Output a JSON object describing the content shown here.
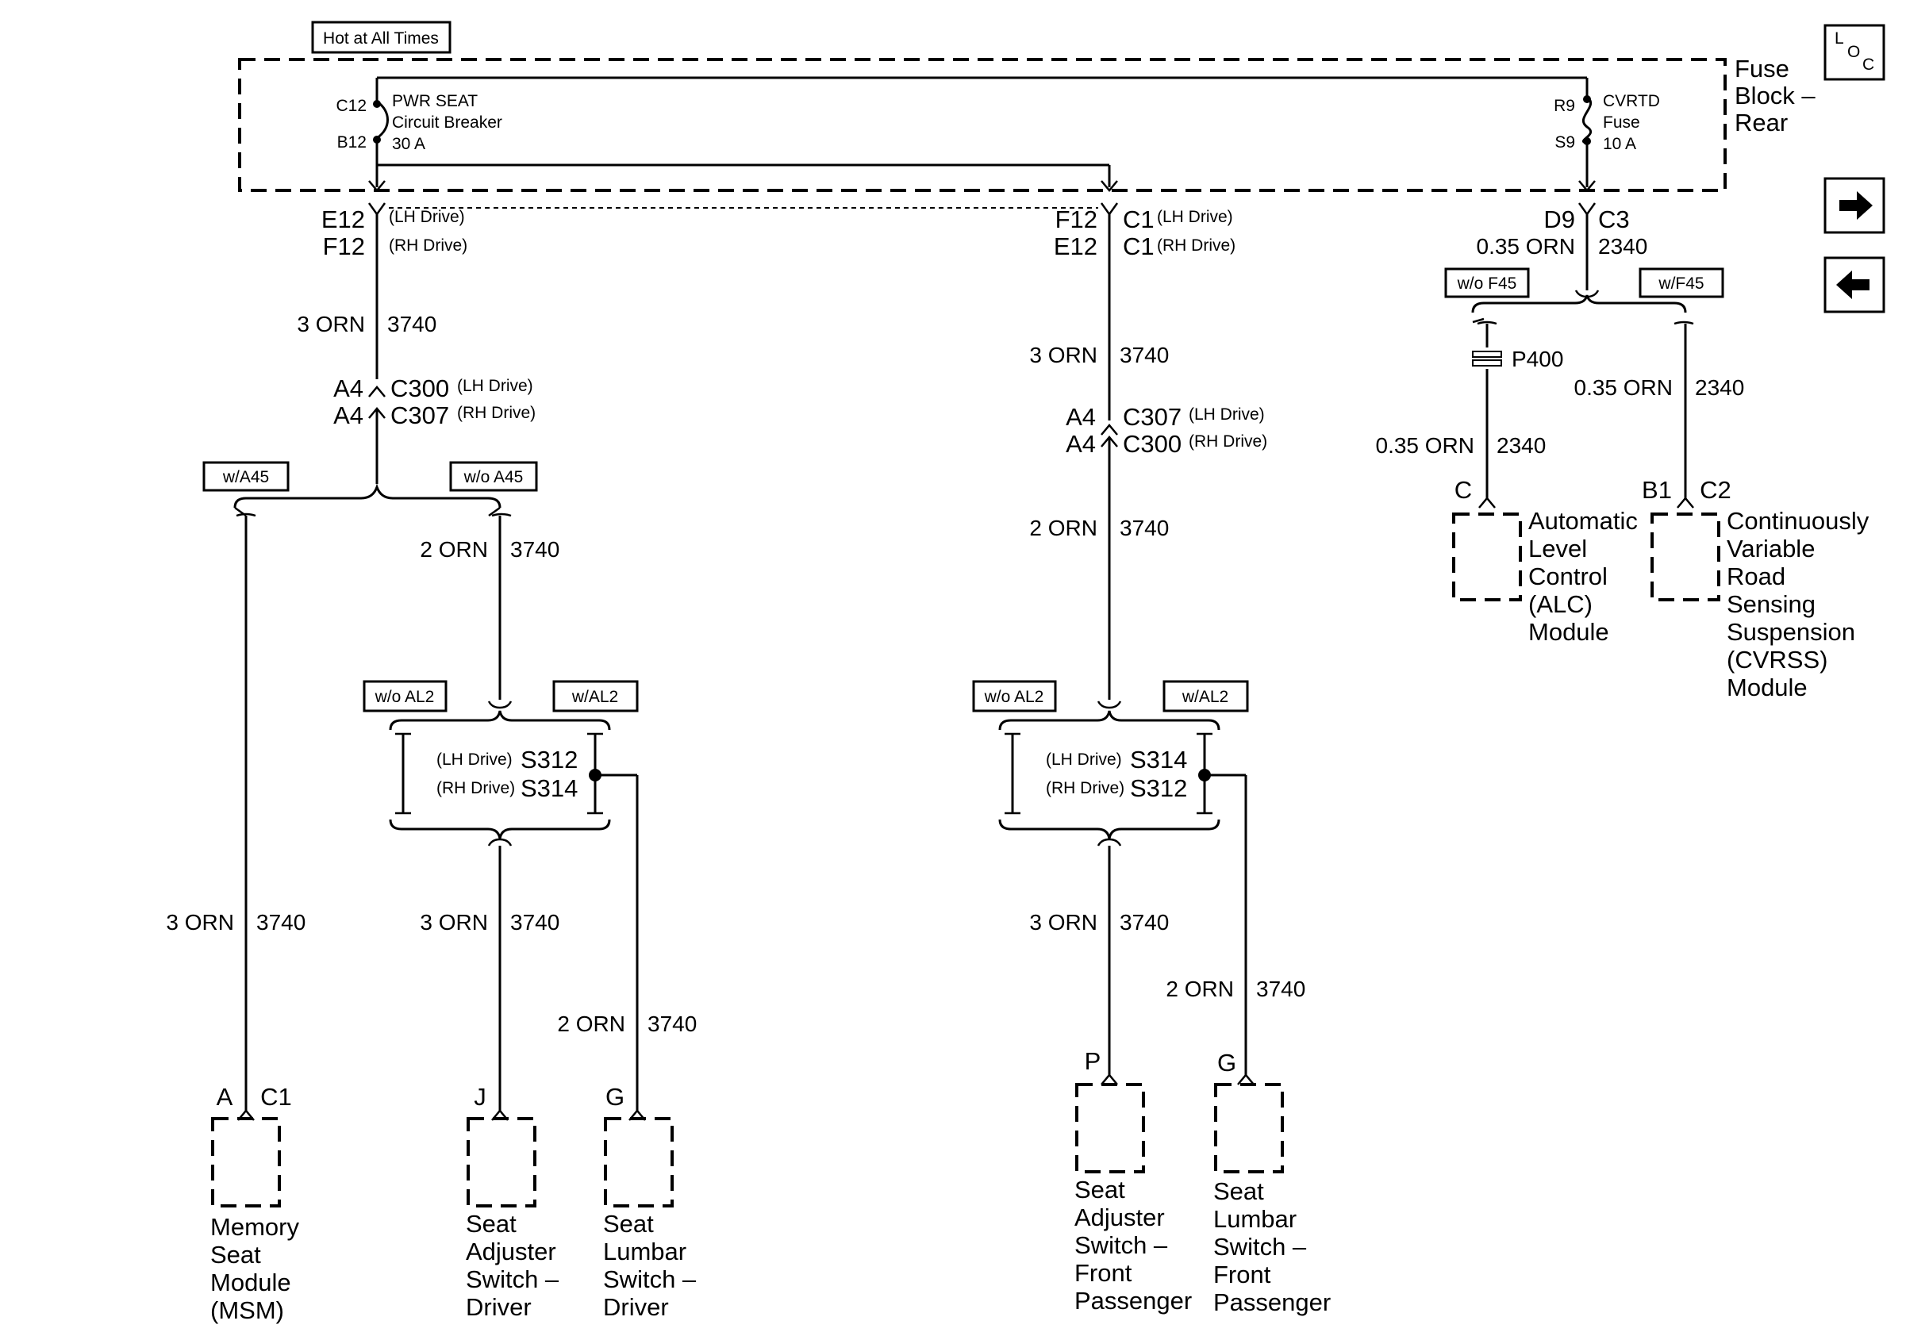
{
  "title_box": "Hot at All Times",
  "fuse_block": {
    "line1": "Fuse",
    "line2": "Block –",
    "line3": "Rear"
  },
  "loc_icon": {
    "l": "L",
    "o": "O",
    "c": "C"
  },
  "nav": {
    "next": "→",
    "prev": "←"
  },
  "breaker": {
    "pin_top": "C12",
    "pin_bot": "B12",
    "line1": "PWR SEAT",
    "line2": "Circuit Breaker",
    "line3": "30 A"
  },
  "fuse": {
    "pin_top": "R9",
    "pin_bot": "S9",
    "line1": "CVRTD",
    "line2": "Fuse",
    "line3": "10 A"
  },
  "left_conn": {
    "a": "E12",
    "b": "F12",
    "a_note": "(LH Drive)",
    "b_note": "(RH Drive)"
  },
  "mid_conn": {
    "a": "F12",
    "b": "E12",
    "ac": "C1",
    "bc": "C1",
    "a_note": "(LH Drive)",
    "b_note": "(RH Drive)"
  },
  "right_conn": {
    "pin": "D9",
    "conn": "C3",
    "wire": "0.35 ORN",
    "circuit": "2340"
  },
  "wire_left_1": {
    "wire": "3 ORN",
    "circuit": "3740"
  },
  "wire_mid_1": {
    "wire": "3 ORN",
    "circuit": "3740"
  },
  "c300_left": {
    "pin1": "A4",
    "pin2": "A4",
    "c1": "C300",
    "c2": "C307",
    "n1": "(LH Drive)",
    "n2": "(RH Drive)"
  },
  "c307_mid": {
    "pin1": "A4",
    "pin2": "A4",
    "c1": "C307",
    "c2": "C300",
    "n1": "(LH Drive)",
    "n2": "(RH Drive)"
  },
  "options": {
    "wA45": "w/A45",
    "woA45": "w/o A45",
    "woAL2": "w/o AL2",
    "wAL2": "w/AL2",
    "woF45": "w/o F45",
    "wF45": "w/F45"
  },
  "wire_left_2": {
    "wire": "2 ORN",
    "circuit": "3740"
  },
  "wire_mid_2": {
    "wire": "2 ORN",
    "circuit": "3740"
  },
  "splice_left": {
    "n1": "(LH Drive)",
    "s1": "S312",
    "n2": "(RH Drive)",
    "s2": "S314"
  },
  "splice_mid": {
    "n1": "(LH Drive)",
    "s1": "S314",
    "n2": "(RH Drive)",
    "s2": "S312"
  },
  "wire_msm": {
    "wire": "3 ORN",
    "circuit": "3740"
  },
  "wire_adj_drv": {
    "wire": "3 ORN",
    "circuit": "3740"
  },
  "wire_lum_drv": {
    "wire": "2 ORN",
    "circuit": "3740"
  },
  "wire_adj_pas": {
    "wire": "3 ORN",
    "circuit": "3740"
  },
  "wire_lum_pas": {
    "wire": "2 ORN",
    "circuit": "3740"
  },
  "p400": "P400",
  "wire_alc": {
    "wire": "0.35 ORN",
    "circuit": "2340"
  },
  "wire_cvrss": {
    "wire": "0.35 ORN",
    "circuit": "2340"
  },
  "alc": {
    "pin": "C",
    "lines": [
      "Automatic",
      "Level",
      "Control",
      "(ALC)",
      "Module"
    ]
  },
  "cvrss": {
    "pin": "B1",
    "conn": "C2",
    "lines": [
      "Continuously",
      "Variable",
      "Road",
      "Sensing",
      "Suspension",
      "(CVRSS)",
      "Module"
    ]
  },
  "msm": {
    "pin": "A",
    "conn": "C1",
    "lines": [
      "Memory",
      "Seat",
      "Module",
      "(MSM)"
    ]
  },
  "adj_drv": {
    "pin": "J",
    "lines": [
      "Seat",
      "Adjuster",
      "Switch –",
      "Driver"
    ]
  },
  "lum_drv": {
    "pin": "G",
    "lines": [
      "Seat",
      "Lumbar",
      "Switch –",
      "Driver"
    ]
  },
  "adj_pas": {
    "pin": "P",
    "lines": [
      "Seat",
      "Adjuster",
      "Switch –",
      "Front",
      "Passenger"
    ]
  },
  "lum_pas": {
    "pin": "G",
    "lines": [
      "Seat",
      "Lumbar",
      "Switch –",
      "Front",
      "Passenger"
    ]
  }
}
